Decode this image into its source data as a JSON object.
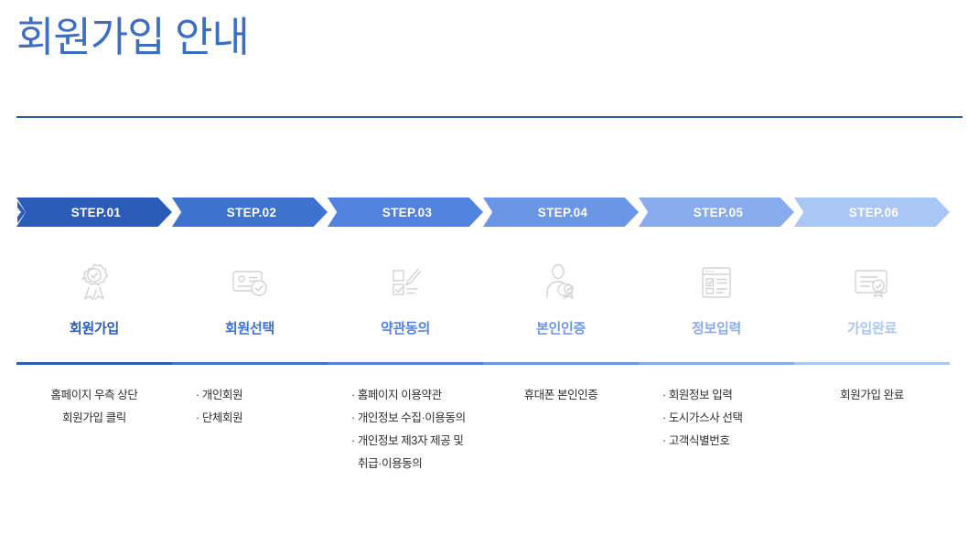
{
  "page": {
    "title": "회원가입 안내",
    "title_color": "#3c6ec2",
    "rule_color": "#2d5aa8"
  },
  "lead_chevron_icon": "double-chevron-right-icon",
  "steps": [
    {
      "badge": "STEP.01",
      "name": "회원가입",
      "icon": "award-ribbon-check-icon",
      "color": "#2a5cb8",
      "align": "centered",
      "lines": [
        "홈페이지 우측 상단",
        "회원가입 클릭"
      ]
    },
    {
      "badge": "STEP.02",
      "name": "회원선택",
      "icon": "id-card-check-icon",
      "color": "#3d72cf",
      "align": "listed",
      "lines": [
        "· 개인회원",
        "· 단체회원"
      ]
    },
    {
      "badge": "STEP.03",
      "name": "약관동의",
      "icon": "checklist-pen-icon",
      "color": "#5183de",
      "align": "listed",
      "lines": [
        "· 홈페이지 이용약관",
        "· 개인정보 수집·이용동의",
        "· 개인정보 제3자 제공 및",
        "취급·이용동의"
      ]
    },
    {
      "badge": "STEP.04",
      "name": "본인인증",
      "icon": "person-verified-icon",
      "color": "#6b96e6",
      "align": "centered",
      "lines": [
        "휴대폰 본인인증"
      ]
    },
    {
      "badge": "STEP.05",
      "name": "정보입력",
      "icon": "browser-form-icon",
      "color": "#87abec",
      "align": "listed",
      "lines": [
        "· 회원정보 입력",
        "· 도시가스사 선택",
        "· 고객식별번호"
      ]
    },
    {
      "badge": "STEP.06",
      "name": "가입완료",
      "icon": "certificate-seal-icon",
      "color": "#a9c6f5",
      "align": "centered",
      "lines": [
        "회원가입 완료"
      ]
    }
  ]
}
